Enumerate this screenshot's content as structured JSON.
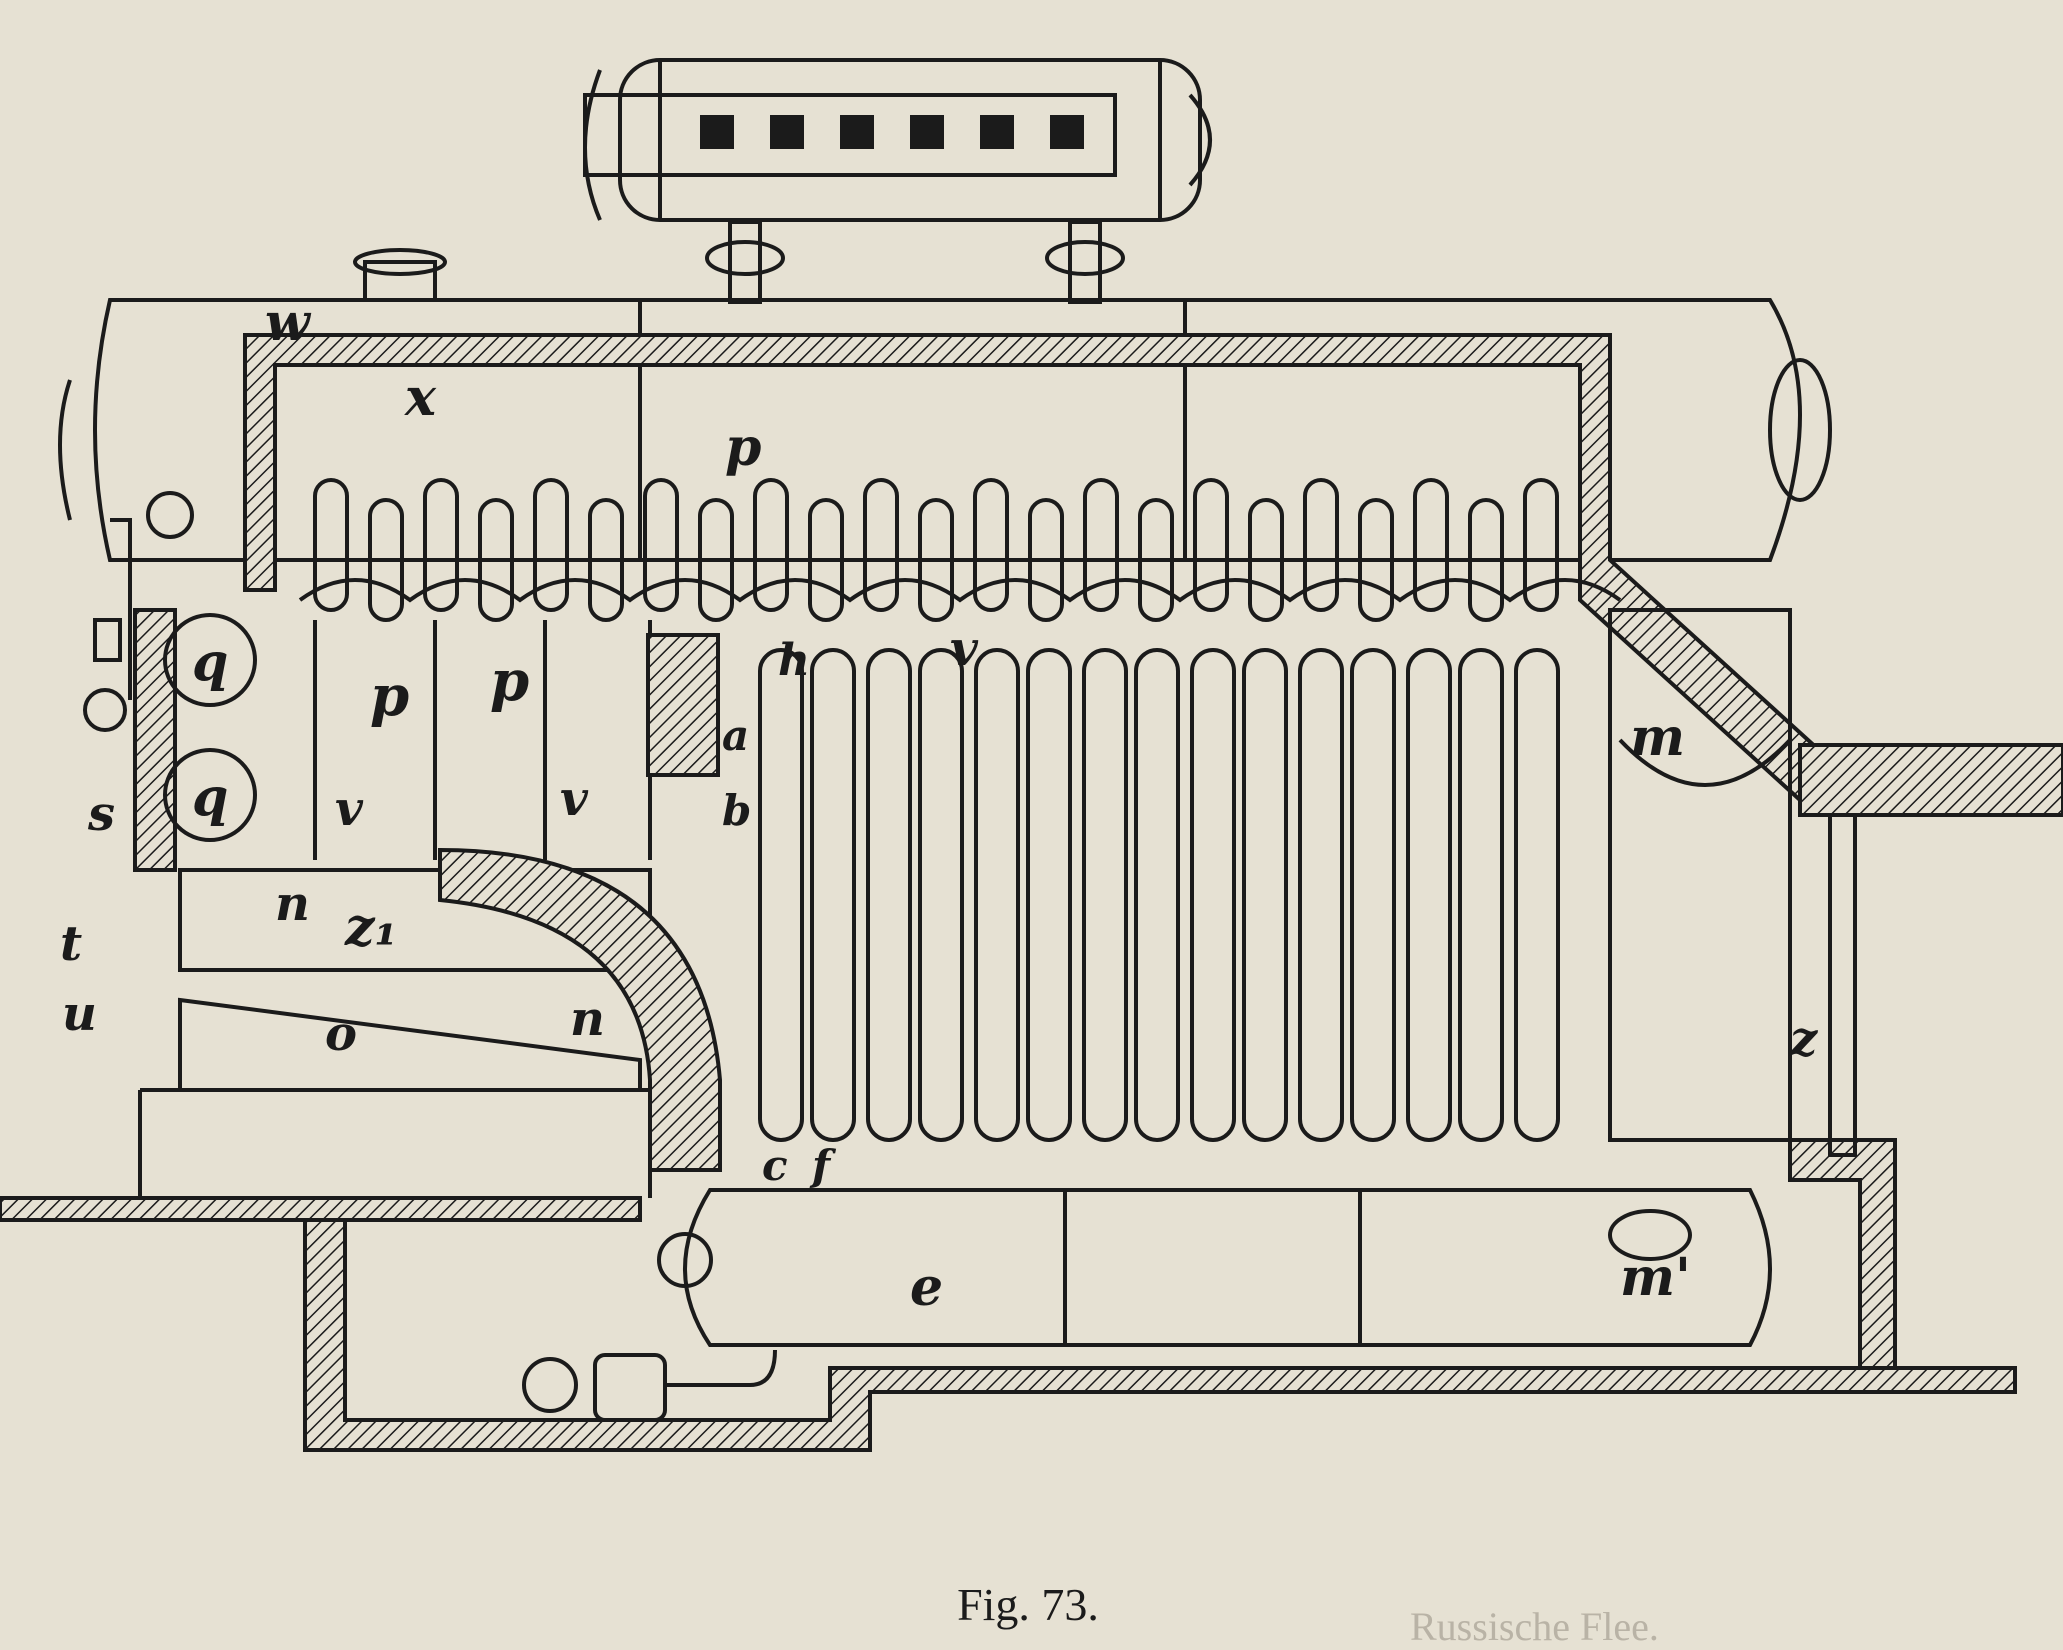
{
  "figure": {
    "caption": "Fig. 73.",
    "bleed_text": "Russische Flee."
  },
  "labels": {
    "w": "w",
    "x": "x",
    "p": "p",
    "v": "v",
    "h": "h",
    "q": "q",
    "s": "s",
    "t": "t",
    "u": "u",
    "n": "n",
    "z1": "z₁",
    "o": "o",
    "a": "a",
    "b": "b",
    "c": "c",
    "f": "f",
    "e": "e",
    "m": "m",
    "m1": "m'",
    "z": "z"
  },
  "colors": {
    "paper": "#e6e1d3",
    "ink": "#1b1b1b",
    "bleed": "#b9b3a6"
  }
}
